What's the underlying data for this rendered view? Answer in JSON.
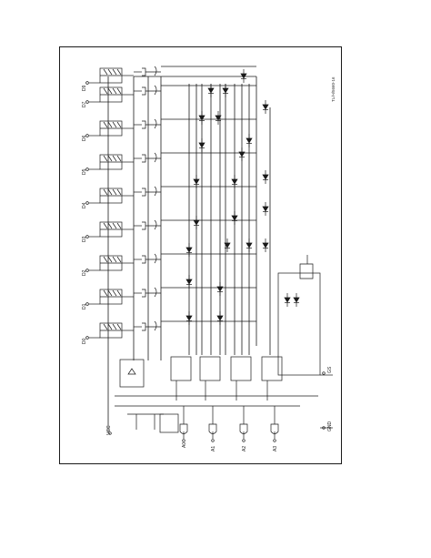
{
  "figure": {
    "reference": "TL/H/5660-16"
  },
  "input_pins": [
    "D0",
    "D1",
    "D2",
    "D3",
    "D4",
    "D5",
    "D6",
    "D7",
    "D8",
    "D9"
  ],
  "bottom_left_pin": "VCC",
  "bottom_right_pin": "GND",
  "side_pin": "GS",
  "output_pins": [
    "A0",
    "A1",
    "A2",
    "A3"
  ],
  "colors": {
    "ink": "#1a1a1a",
    "background": "#ffffff"
  }
}
